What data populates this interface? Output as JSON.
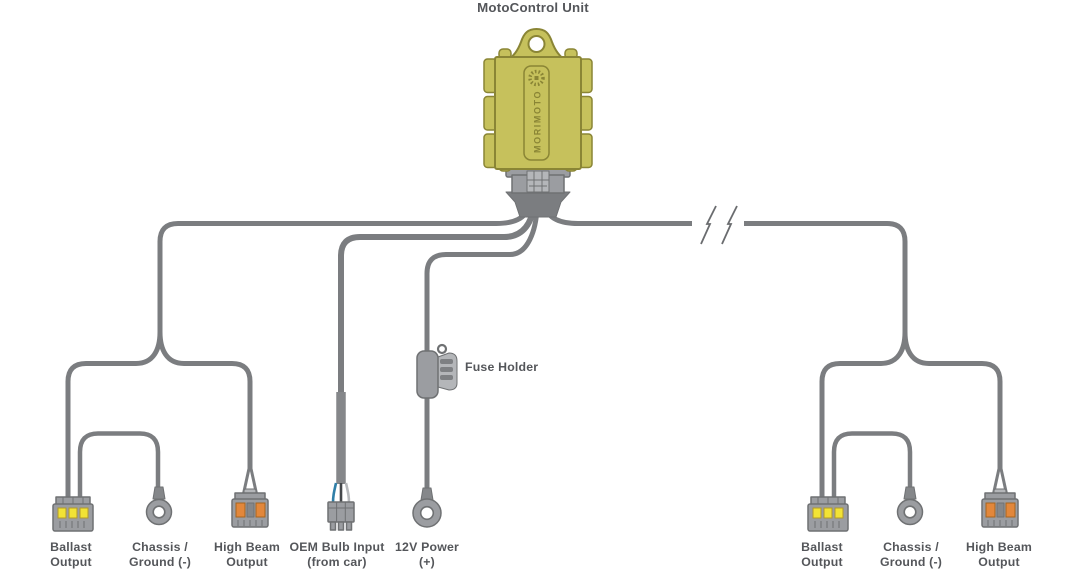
{
  "title": "MotoControl Unit",
  "unit": {
    "brand": "MORIMOTO"
  },
  "fuse": {
    "label": "Fuse Holder"
  },
  "terminals": {
    "left": [
      {
        "id": "ballast-output-left",
        "line1": "Ballast",
        "line2": "Output"
      },
      {
        "id": "chassis-ground-left",
        "line1": "Chassis /",
        "line2": "Ground (-)"
      },
      {
        "id": "high-beam-output-left",
        "line1": "High Beam",
        "line2": "Output"
      },
      {
        "id": "oem-bulb-input",
        "line1": "OEM Bulb Input",
        "line2": "(from car)"
      },
      {
        "id": "12v-power",
        "line1": "12V Power",
        "line2": "(+)"
      }
    ],
    "right": [
      {
        "id": "ballast-output-right",
        "line1": "Ballast",
        "line2": "Output"
      },
      {
        "id": "chassis-ground-right",
        "line1": "Chassis /",
        "line2": "Ground (-)"
      },
      {
        "id": "high-beam-output-right",
        "line1": "High Beam",
        "line2": "Output"
      }
    ]
  },
  "colors": {
    "background": "#ffffff",
    "wire_gray": "#7b7d80",
    "unit_body": "#c6c15c",
    "unit_outline": "#8a8535",
    "connector_gray": "#9b9da1",
    "connector_outline": "#6f7173",
    "pin_yellow": "#f2e335",
    "pin_orange": "#e2873b",
    "oem_wire_blue": "#2f7fa8",
    "oem_wire_dark": "#45484b",
    "oem_wire_light": "#b7b9bc",
    "label_text": "#54565a"
  }
}
